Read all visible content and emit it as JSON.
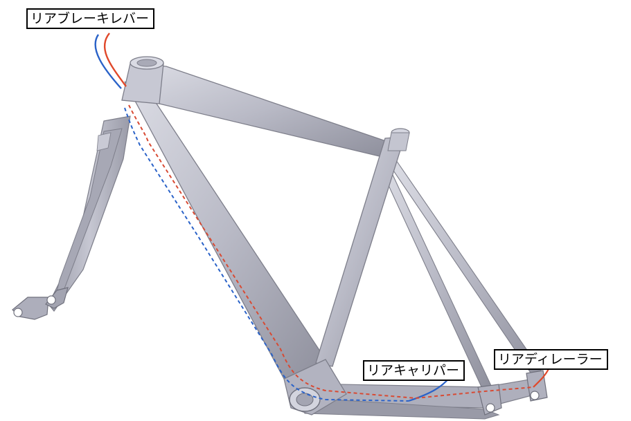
{
  "labels": {
    "rear_brake_lever": "リアブレーキレバー",
    "rear_caliper": "リアキャリパー",
    "rear_derailleur": "リアディレーラー"
  },
  "colors": {
    "frame_fill": "#b9bac6",
    "frame_shadow": "#8e8f9c",
    "frame_highlight": "#dcdde5",
    "brake_cable": "#2a62c8",
    "derailleur_cable": "#e0482a",
    "label_border": "#000000",
    "background": "#ffffff"
  },
  "icons": [
    "bicycle-frame-illustration",
    "front-fork-illustration"
  ]
}
